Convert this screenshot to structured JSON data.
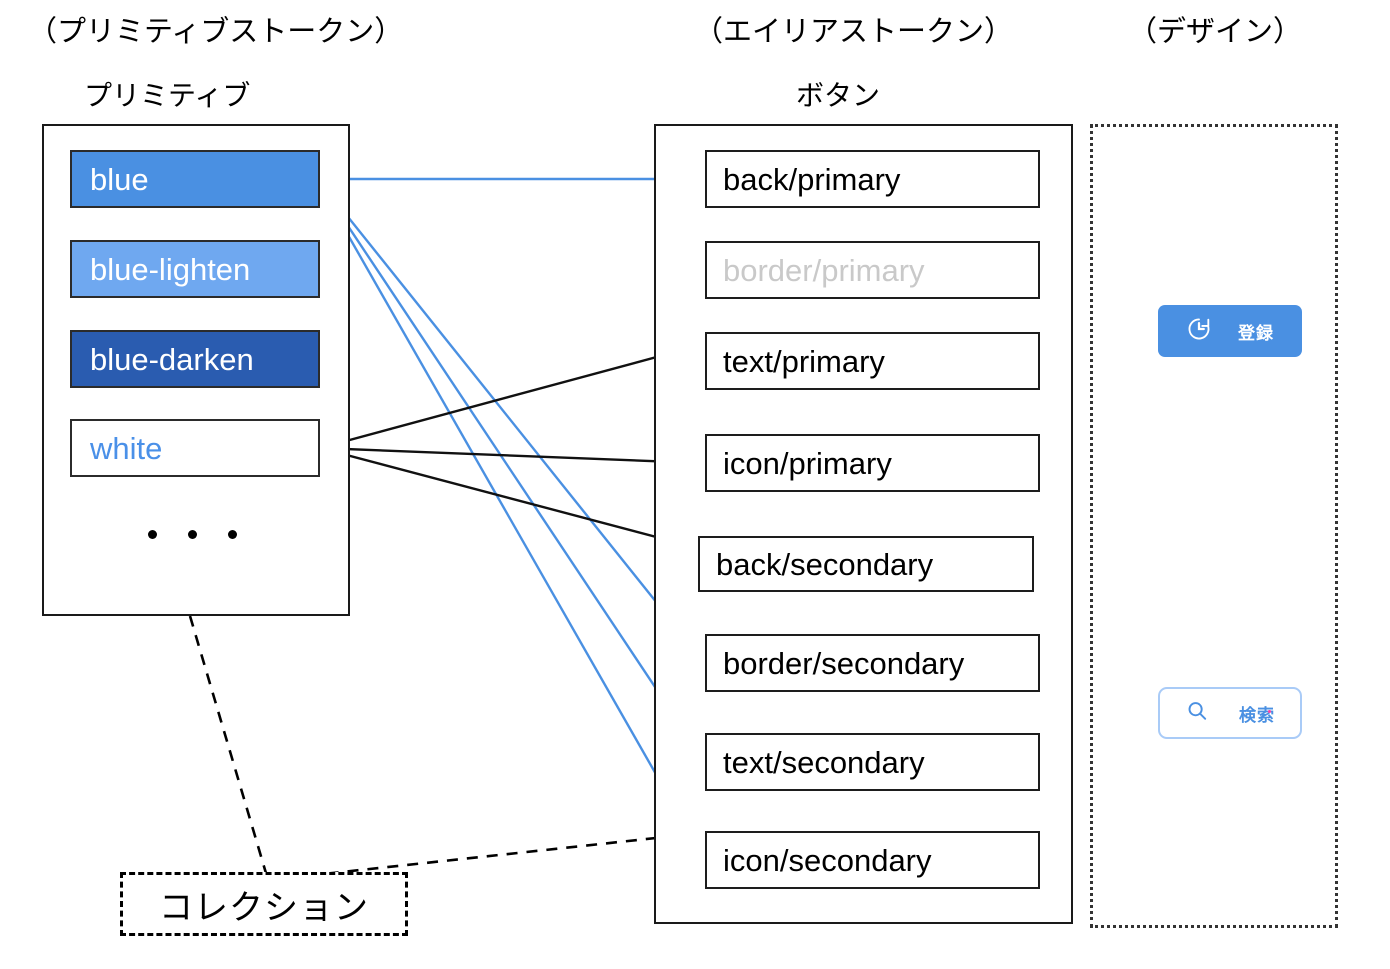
{
  "columns": {
    "primitive": {
      "caption": "（プリミティブストークン）",
      "subcaption": "プリミティブ"
    },
    "alias": {
      "caption": "（エイリアストークン）",
      "subcaption": "ボタン"
    },
    "design": {
      "caption": "（デザイン）"
    }
  },
  "primitive_tokens": [
    {
      "label": "blue",
      "bg": "#4A90E2",
      "fg": "#FFFFFF"
    },
    {
      "label": "blue-lighten",
      "bg": "#6FA8F0",
      "fg": "#FFFFFF"
    },
    {
      "label": "blue-darken",
      "bg": "#2A5CB0",
      "fg": "#FFFFFF"
    },
    {
      "label": "white",
      "bg": "#FFFFFF",
      "fg": "#4A90E8"
    }
  ],
  "primitive_ellipsis": "・・・",
  "alias_tokens": [
    {
      "label": "back/primary",
      "muted": false
    },
    {
      "label": "border/primary",
      "muted": true
    },
    {
      "label": "text/primary",
      "muted": false
    },
    {
      "label": "icon/primary",
      "muted": false
    },
    {
      "label": "back/secondary",
      "muted": false
    },
    {
      "label": "border/secondary",
      "muted": false
    },
    {
      "label": "text/secondary",
      "muted": false
    },
    {
      "label": "icon/secondary",
      "muted": false
    }
  ],
  "collection": {
    "label": "コレクション"
  },
  "design_previews": [
    {
      "name": "register-button",
      "label": "登録",
      "icon": "refresh-clock-icon",
      "style": "primary",
      "bg": "#4A90E2",
      "fg": "#FFFFFF"
    },
    {
      "name": "search-button",
      "label": "検索",
      "icon": "search-icon",
      "style": "secondary",
      "bg": "#FFFFFF",
      "fg": "#4A90E2",
      "border": "#A9CBF7"
    }
  ],
  "links": {
    "blue_color": "#4A90E2",
    "white_color": "#1A1A1A",
    "dashed_color": "#000000",
    "blue_targets": [
      "back/primary",
      "border/secondary",
      "text/secondary",
      "icon/secondary"
    ],
    "white_targets": [
      "text/primary",
      "icon/primary",
      "back/secondary"
    ],
    "collection_targets": [
      "primitive-frame",
      "alias-frame"
    ]
  }
}
